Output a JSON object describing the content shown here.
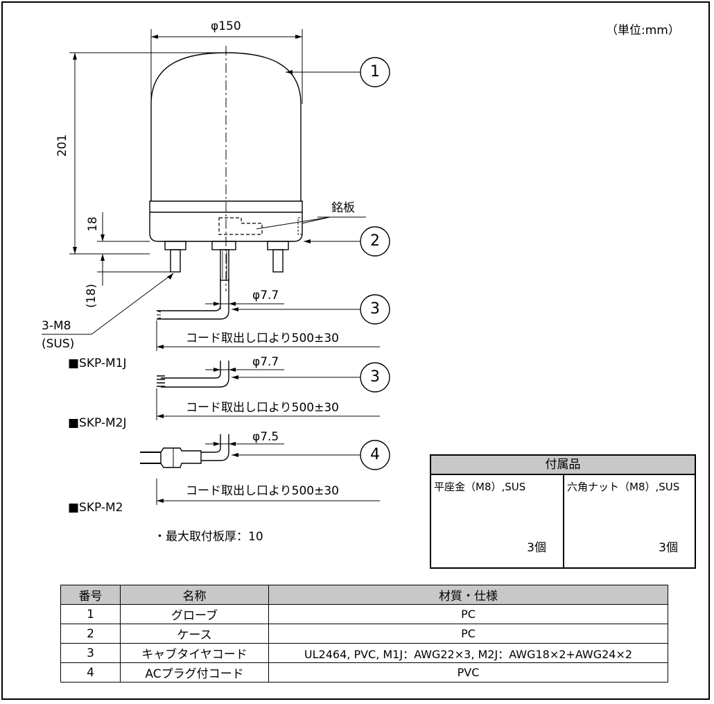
{
  "unit_note": "（単位:mm）",
  "dimensions": {
    "diameter": "φ150",
    "height": "201",
    "case_height": "18",
    "stud_length": "(18)",
    "cable_dia_1": "φ7.7",
    "cable_dia_2": "φ7.7",
    "cable_dia_3": "φ7.5",
    "cord_length_1": "コード取出し口より500±30",
    "cord_length_2": "コード取出し口より500±30",
    "cord_length_3": "コード取出し口より500±30"
  },
  "labels": {
    "nameplate": "銘板",
    "stud": "3-M8",
    "stud_material": "(SUS)",
    "model_1": "■SKP-M1J",
    "model_2": "■SKP-M2J",
    "model_3": "■SKP-M2",
    "max_plate": "・最大取付板厚：10"
  },
  "callouts": [
    "1",
    "2",
    "3",
    "3",
    "4"
  ],
  "accessories": {
    "title": "付属品",
    "items": [
      {
        "name": "平座金（M8）,SUS",
        "qty": "3個",
        "icon": "washer-icon"
      },
      {
        "name": "六角ナット（M8）,SUS",
        "qty": "3個",
        "icon": "hex-nut-icon"
      }
    ]
  },
  "parts_table": {
    "headers": [
      "番号",
      "名称",
      "材質・仕様"
    ],
    "rows": [
      [
        "1",
        "グローブ",
        "PC"
      ],
      [
        "2",
        "ケース",
        "PC"
      ],
      [
        "3",
        "キャブタイヤコード",
        "UL2464, PVC, M1J：AWG22×3, M2J：AWG18×2+AWG24×2"
      ],
      [
        "4",
        "ACプラグ付コード",
        "PVC"
      ]
    ]
  }
}
